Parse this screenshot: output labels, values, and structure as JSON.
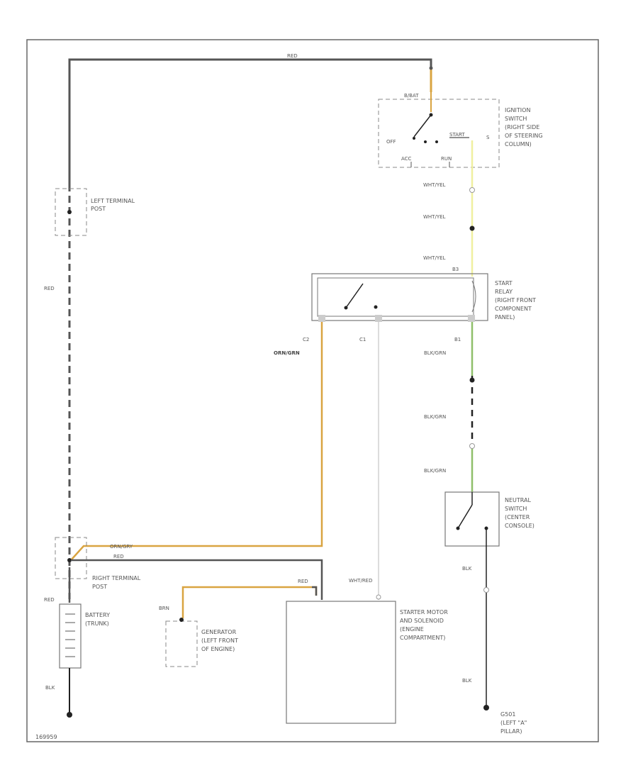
{
  "diagram_id": "169959",
  "components": {
    "ignition_switch": {
      "lines": [
        "IGNITION",
        "SWITCH",
        "(RIGHT SIDE",
        "OF STEERING",
        "COLUMN)"
      ],
      "terminals": {
        "bat": "B/BAT",
        "off": "OFF",
        "start": "START",
        "acc": "ACC",
        "run": "RUN",
        "s": "S"
      }
    },
    "left_terminal_post": {
      "lines": [
        "LEFT TERMINAL",
        "POST"
      ]
    },
    "start_relay": {
      "lines": [
        "START",
        "RELAY",
        "(RIGHT FRONT",
        "COMPONENT",
        "PANEL)"
      ],
      "terminals": {
        "b3": "B3",
        "c2": "C2",
        "c1": "C1",
        "b1": "B1"
      }
    },
    "neutral_switch": {
      "lines": [
        "NEUTRAL",
        "SWITCH",
        "(CENTER",
        "CONSOLE)"
      ]
    },
    "right_terminal_post": {
      "lines": [
        "RIGHT TERMINAL",
        "POST"
      ]
    },
    "battery": {
      "lines": [
        "BATTERY",
        "(TRUNK)"
      ]
    },
    "generator": {
      "lines": [
        "GENERATOR",
        "(LEFT FRONT",
        "OF ENGINE)"
      ]
    },
    "starter": {
      "lines": [
        "STARTER MOTOR",
        "AND SOLENOID",
        "(ENGINE",
        "COMPARTMENT)"
      ]
    },
    "ground": {
      "lines": [
        "G501",
        "(LEFT \"A\"",
        "PILLAR)"
      ]
    }
  },
  "wires": {
    "red_top": "RED",
    "red_left": "RED",
    "red_battery": "RED",
    "red_starter": "RED",
    "red_gen": "RED",
    "wht_yel_1": "WHT/YEL",
    "wht_yel_2": "WHT/YEL",
    "wht_yel_3": "WHT/YEL",
    "orn_grn_relay": "ORN/GRN",
    "orn_grn_post": "ORN/GRY",
    "blk_grn_1": "BLK/GRN",
    "blk_grn_2": "BLK/GRN",
    "blk_grn_3": "BLK/GRN",
    "wht_red": "WHT/RED",
    "brn": "BRN",
    "blk_1": "BLK",
    "blk_2": "BLK",
    "blk_bat": "BLK"
  },
  "colors": {
    "frame": "#555555",
    "red_wire": "#555555",
    "yellow_wire": "#f0f0a0",
    "orange_wire": "#d9a441",
    "green_wire": "#8fbf6a",
    "gray_wire": "#c8c8c8",
    "black_wire": "#222222",
    "dashed_box": "#888888"
  }
}
